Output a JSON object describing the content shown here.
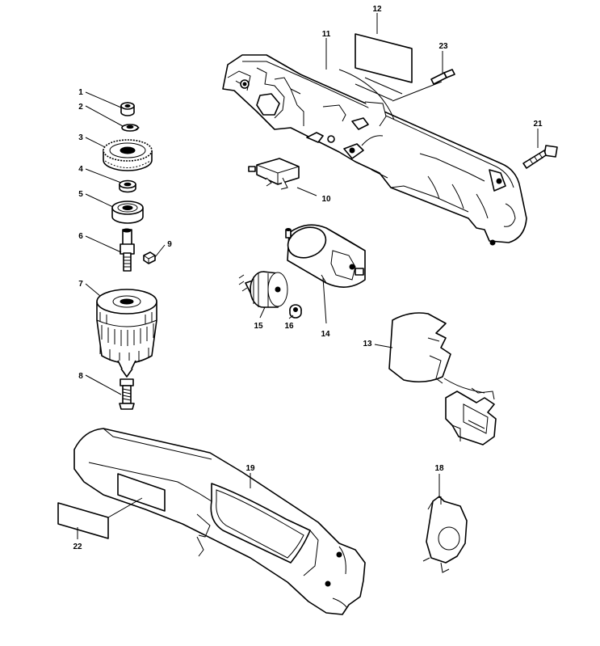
{
  "diagram": {
    "callouts": [
      {
        "id": "c1",
        "label": "1"
      },
      {
        "id": "c2",
        "label": "2"
      },
      {
        "id": "c3",
        "label": "3"
      },
      {
        "id": "c4",
        "label": "4"
      },
      {
        "id": "c5",
        "label": "5"
      },
      {
        "id": "c6",
        "label": "6"
      },
      {
        "id": "c7",
        "label": "7"
      },
      {
        "id": "c8",
        "label": "8"
      },
      {
        "id": "c9",
        "label": "9"
      },
      {
        "id": "c10",
        "label": "10"
      },
      {
        "id": "c11",
        "label": "11"
      },
      {
        "id": "c12",
        "label": "12"
      },
      {
        "id": "c13",
        "label": "13"
      },
      {
        "id": "c14",
        "label": "14"
      },
      {
        "id": "c15",
        "label": "15"
      },
      {
        "id": "c16",
        "label": "16"
      },
      {
        "id": "c18",
        "label": "18"
      },
      {
        "id": "c19",
        "label": "19"
      },
      {
        "id": "c21",
        "label": "21"
      },
      {
        "id": "c22",
        "label": "22"
      },
      {
        "id": "c23",
        "label": "23"
      }
    ]
  }
}
